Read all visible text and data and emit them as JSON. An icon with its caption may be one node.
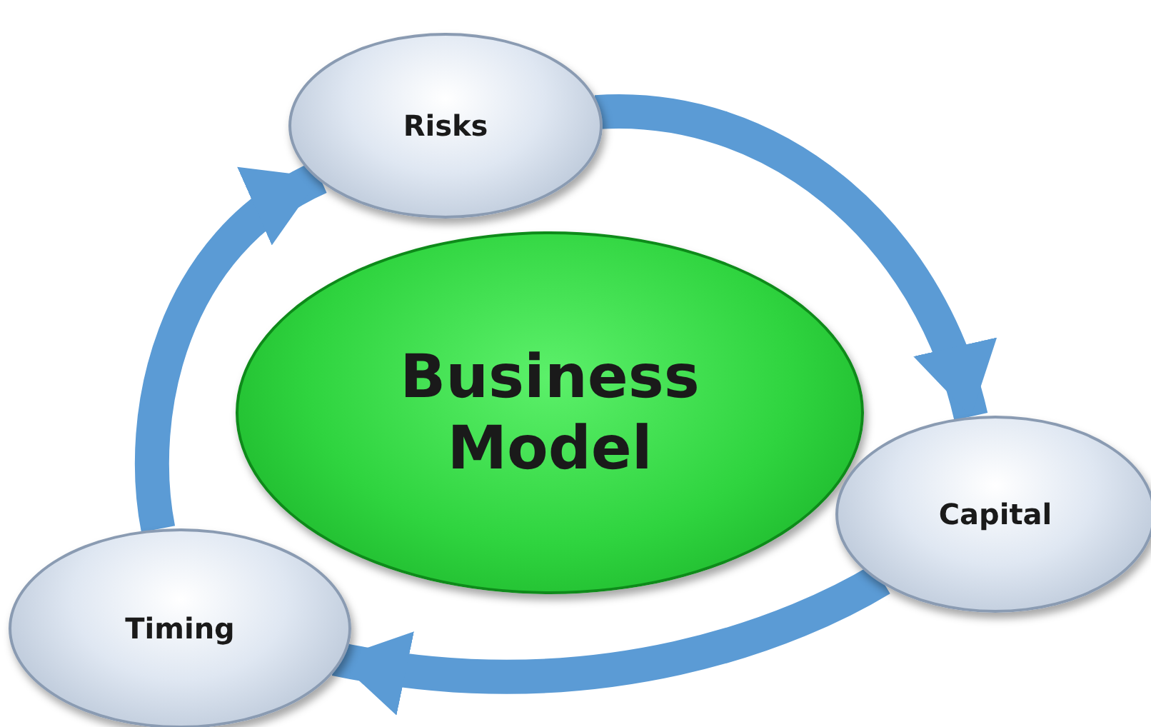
{
  "diagram": {
    "nodes": [
      {
        "text": [
          "Business Model"
        ]
      },
      {
        "text": [
          "Risks"
        ]
      },
      {
        "text": [
          "Capital"
        ]
      },
      {
        "text": [
          "Timing"
        ]
      }
    ],
    "edges": [
      {
        "from": 1,
        "to": 2,
        "arrow": "to"
      },
      {
        "from": 2,
        "to": 3,
        "arrow": "to"
      },
      {
        "from": 3,
        "to": 1,
        "arrow": "to"
      }
    ]
  }
}
